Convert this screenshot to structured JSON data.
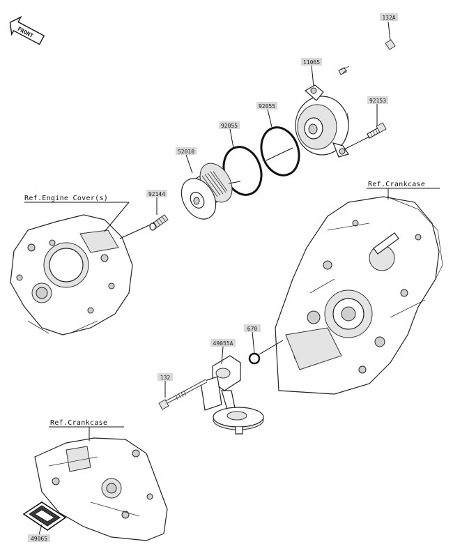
{
  "front_badge": "FRONT",
  "callouts": {
    "c132A": "132A",
    "c11065": "11065",
    "c92153": "92153",
    "c92055a": "92055",
    "c92055b": "92055",
    "c52010": "52010",
    "c92144": "92144",
    "c670": "670",
    "c49055A": "49055A",
    "c132": "132",
    "c49065": "49065"
  },
  "refs": {
    "engine_cover": "Ref.Engine Cover(s)",
    "crankcase_right": "Ref.Crankcase",
    "crankcase_left": "Ref.Crankcase"
  }
}
